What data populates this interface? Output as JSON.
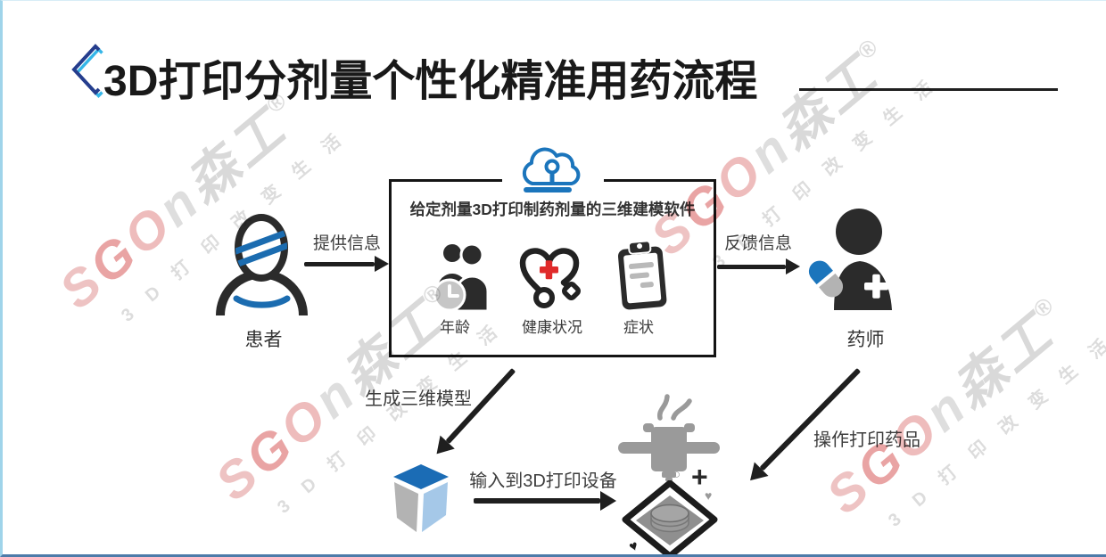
{
  "slide": {
    "title": "3D打印分剂量个性化精准用药流程"
  },
  "flow": {
    "patient": {
      "label": "患者"
    },
    "pharmacist": {
      "label": "药师"
    },
    "software_box": {
      "title": "给定剂量3D打印制药剂量的三维建模软件",
      "factors": [
        {
          "label": "年龄",
          "icon": "age-people-clock-icon"
        },
        {
          "label": "健康状况",
          "icon": "heart-stethoscope-icon"
        },
        {
          "label": "症状",
          "icon": "clipboard-icon"
        }
      ]
    },
    "arrows": {
      "provide_info": {
        "label": "提供信息"
      },
      "feedback_info": {
        "label": "反馈信息"
      },
      "generate_model": {
        "label": "生成三维模型"
      },
      "input_to_printer": {
        "label": "输入到3D打印设备"
      },
      "operate_print": {
        "label": "操作打印药品"
      }
    }
  },
  "watermark": {
    "letters": [
      "S",
      "G",
      "O",
      "n",
      "森",
      "工",
      "®"
    ],
    "tagline": "3D打印改变生活"
  },
  "icons": {
    "circle_glyph": "○",
    "plus_glyph": "+",
    "heart_glyph": "♥"
  },
  "colors": {
    "accent_blue": "#1b75bc",
    "cube_top_blue": "#1b6cb5",
    "cube_right_blue": "#a5c8e8",
    "cube_left_gray": "#b3b3b3",
    "icon_dark": "#2b2b2b",
    "printer_gray": "#9a9a9a",
    "red_cross": "#e02b2b",
    "border_left": "#9fd4ea",
    "border_bottom": "#4d7ba9",
    "watermark_gray": "#dcdcdc",
    "watermark_red": "#e9a4a4"
  }
}
